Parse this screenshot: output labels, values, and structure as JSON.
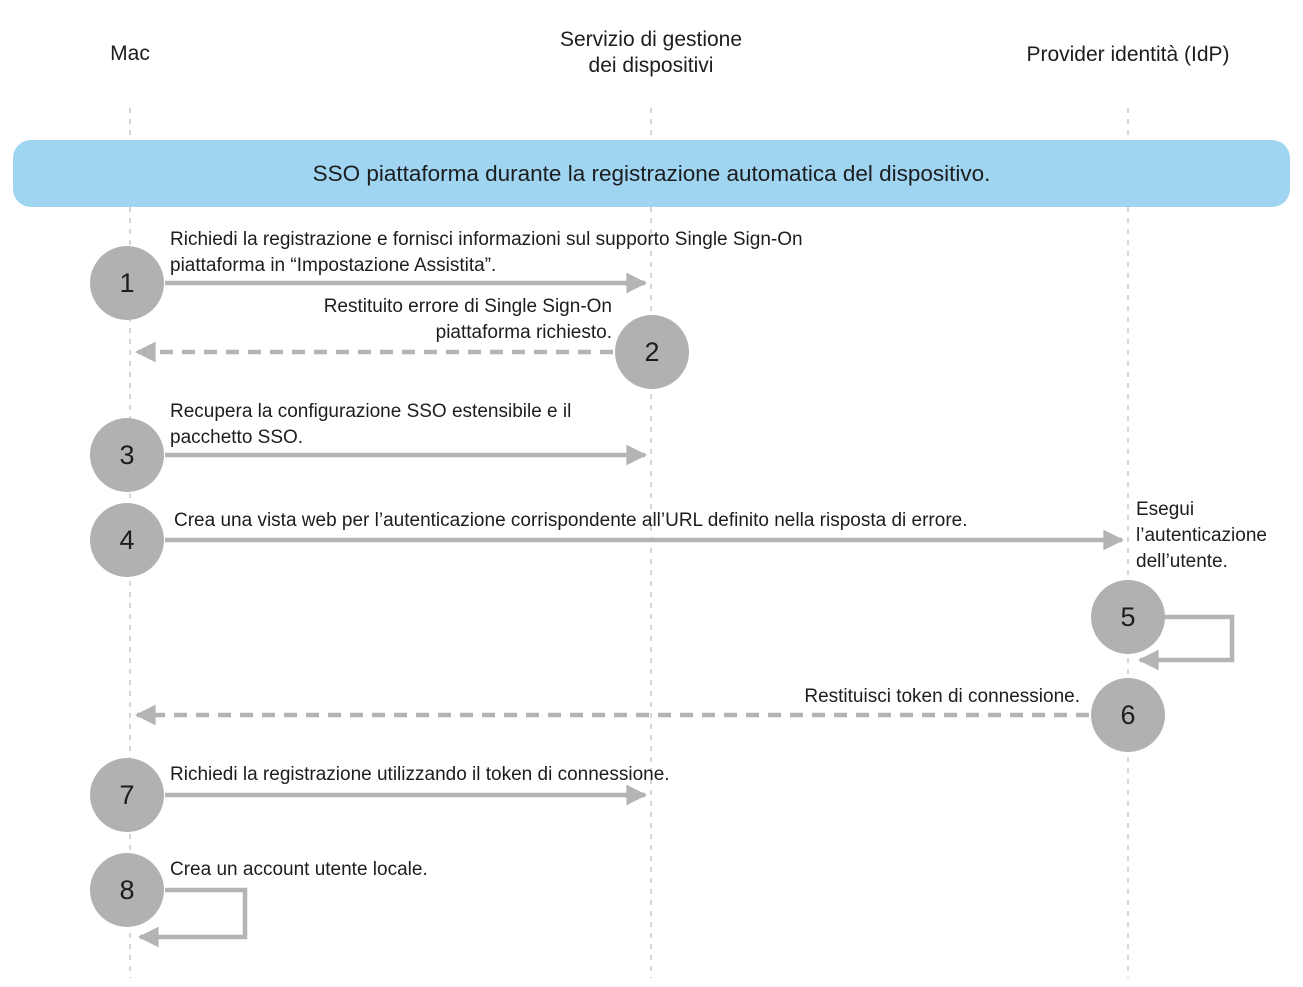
{
  "diagram": {
    "title": "SSO piattaforma durante la registrazione automatica del dispositivo.",
    "actors": [
      {
        "id": "mac",
        "label": "Mac"
      },
      {
        "id": "mdm",
        "label": "Servizio di gestione\ndei dispositivi"
      },
      {
        "id": "idp",
        "label": "Provider identità (IdP)"
      }
    ],
    "steps": [
      {
        "number": "1",
        "from": "mac",
        "to": "mdm",
        "style": "solid",
        "label": "Richiedi la registrazione e fornisci informazioni sul supporto Single Sign-On piattaforma in “Impostazione Assistita”."
      },
      {
        "number": "2",
        "from": "mdm",
        "to": "mac",
        "style": "dashed",
        "label": "Restituito errore di Single Sign-On piattaforma richiesto."
      },
      {
        "number": "3",
        "from": "mac",
        "to": "mdm",
        "style": "solid",
        "label": "Recupera la configurazione SSO estensibile e il pacchetto SSO."
      },
      {
        "number": "4",
        "from": "mac",
        "to": "idp",
        "style": "solid",
        "label": "Crea una vista web per l’autenticazione corrispondente all’URL definito nella risposta di errore."
      },
      {
        "number": "5",
        "from": "idp",
        "to": "idp",
        "style": "self-loop",
        "label": "Esegui l’autenticazione dell’utente."
      },
      {
        "number": "6",
        "from": "idp",
        "to": "mac",
        "style": "dashed",
        "label": "Restituisci token di connessione."
      },
      {
        "number": "7",
        "from": "mac",
        "to": "mdm",
        "style": "solid",
        "label": "Richiedi la registrazione utilizzando il token di connessione."
      },
      {
        "number": "8",
        "from": "mac",
        "to": "mac",
        "style": "self-loop",
        "label": "Crea un account utente locale."
      }
    ],
    "colors": {
      "banner": "#9FD5F0",
      "circle": "#B1B1B1",
      "arrow": "#B4B4B4",
      "lifeline": "#C9C9C9",
      "text": "#1d1d1f"
    }
  }
}
